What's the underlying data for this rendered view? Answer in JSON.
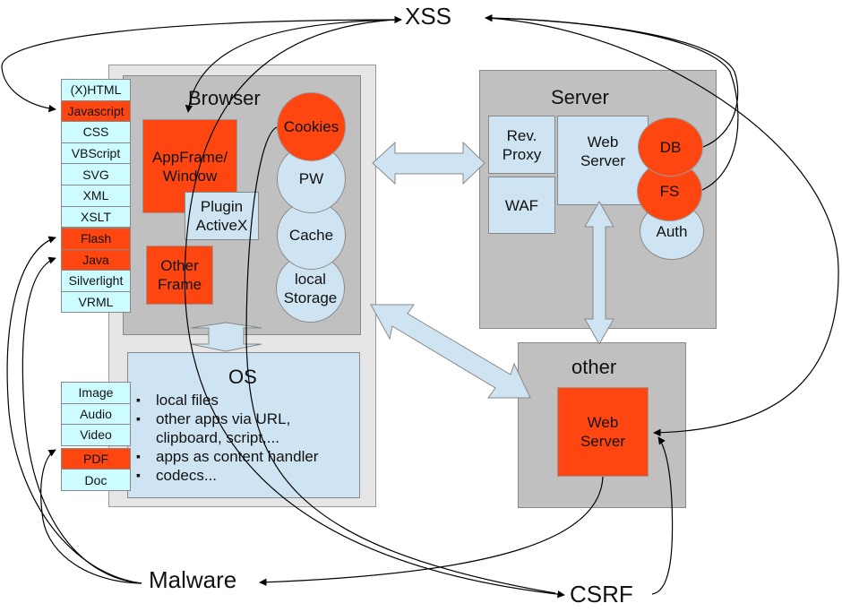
{
  "attacks": {
    "xss": "XSS",
    "malware": "Malware",
    "csrf": "CSRF"
  },
  "browser": {
    "title": "Browser",
    "appframe": "AppFrame/\nWindow",
    "plugin": "Plugin\nActiveX",
    "other_frame": "Other\nFrame",
    "storage": [
      {
        "label": "Cookies",
        "highlight": true
      },
      {
        "label": "PW",
        "highlight": false
      },
      {
        "label": "Cache",
        "highlight": false
      },
      {
        "label": "local\nStorage",
        "highlight": false
      }
    ]
  },
  "os": {
    "title": "OS",
    "items": [
      "local files",
      "other apps via URL,\nclipboard, script,...",
      "apps as content handler",
      "codecs..."
    ]
  },
  "content_types": {
    "markup": [
      {
        "label": "(X)HTML",
        "highlight": false
      },
      {
        "label": "Javascript",
        "highlight": true
      },
      {
        "label": "CSS",
        "highlight": false
      },
      {
        "label": "VBScript",
        "highlight": false
      },
      {
        "label": "SVG",
        "highlight": false
      },
      {
        "label": "XML",
        "highlight": false
      },
      {
        "label": "XSLT",
        "highlight": false
      }
    ],
    "plugins": [
      {
        "label": "Flash",
        "highlight": true
      },
      {
        "label": "Java",
        "highlight": true
      },
      {
        "label": "Silverlight",
        "highlight": false
      },
      {
        "label": "VRML",
        "highlight": false
      }
    ],
    "media": [
      {
        "label": "Image",
        "highlight": false
      },
      {
        "label": "Audio",
        "highlight": false
      },
      {
        "label": "Video",
        "highlight": false
      },
      {
        "label": "PDF",
        "highlight": true
      },
      {
        "label": "Doc",
        "highlight": false
      }
    ]
  },
  "server": {
    "title": "Server",
    "rev_proxy": "Rev.\nProxy",
    "waf": "WAF",
    "web_server": "Web\nServer",
    "stores": [
      {
        "label": "DB",
        "highlight": true
      },
      {
        "label": "FS",
        "highlight": true
      },
      {
        "label": "Auth",
        "highlight": false
      }
    ]
  },
  "other": {
    "title": "other",
    "web_server": "Web\nServer"
  },
  "colors": {
    "highlight": "#ff4611",
    "light_blue": "#cfe4f2",
    "cyan_cell": "#ccfcff",
    "container_gray": "#c0c0c0",
    "outer_gray": "#e6e6e6"
  }
}
